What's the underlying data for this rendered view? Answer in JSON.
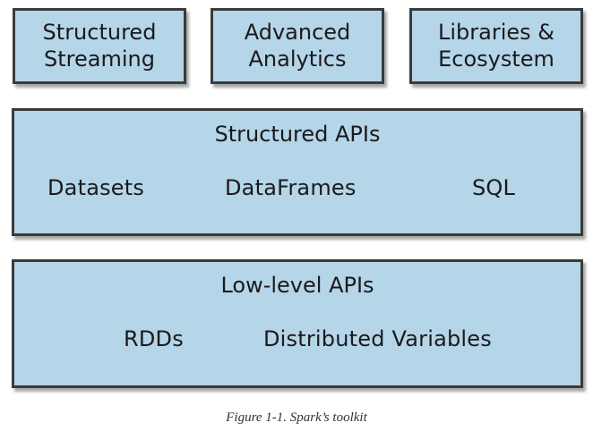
{
  "top_row": [
    {
      "line1": "Structured",
      "line2": "Streaming"
    },
    {
      "line1": "Advanced",
      "line2": "Analytics"
    },
    {
      "line1": "Libraries &",
      "line2": "Ecosystem"
    }
  ],
  "structured_apis": {
    "title": "Structured APIs",
    "items": [
      "Datasets",
      "DataFrames",
      "SQL"
    ]
  },
  "low_level_apis": {
    "title": "Low-level APIs",
    "items": [
      "RDDs",
      "Distributed Variables"
    ]
  },
  "caption": "Figure 1-1. Spark’s toolkit",
  "colors": {
    "box_fill": "#b5d5e9",
    "border": "#3a3a3a"
  }
}
